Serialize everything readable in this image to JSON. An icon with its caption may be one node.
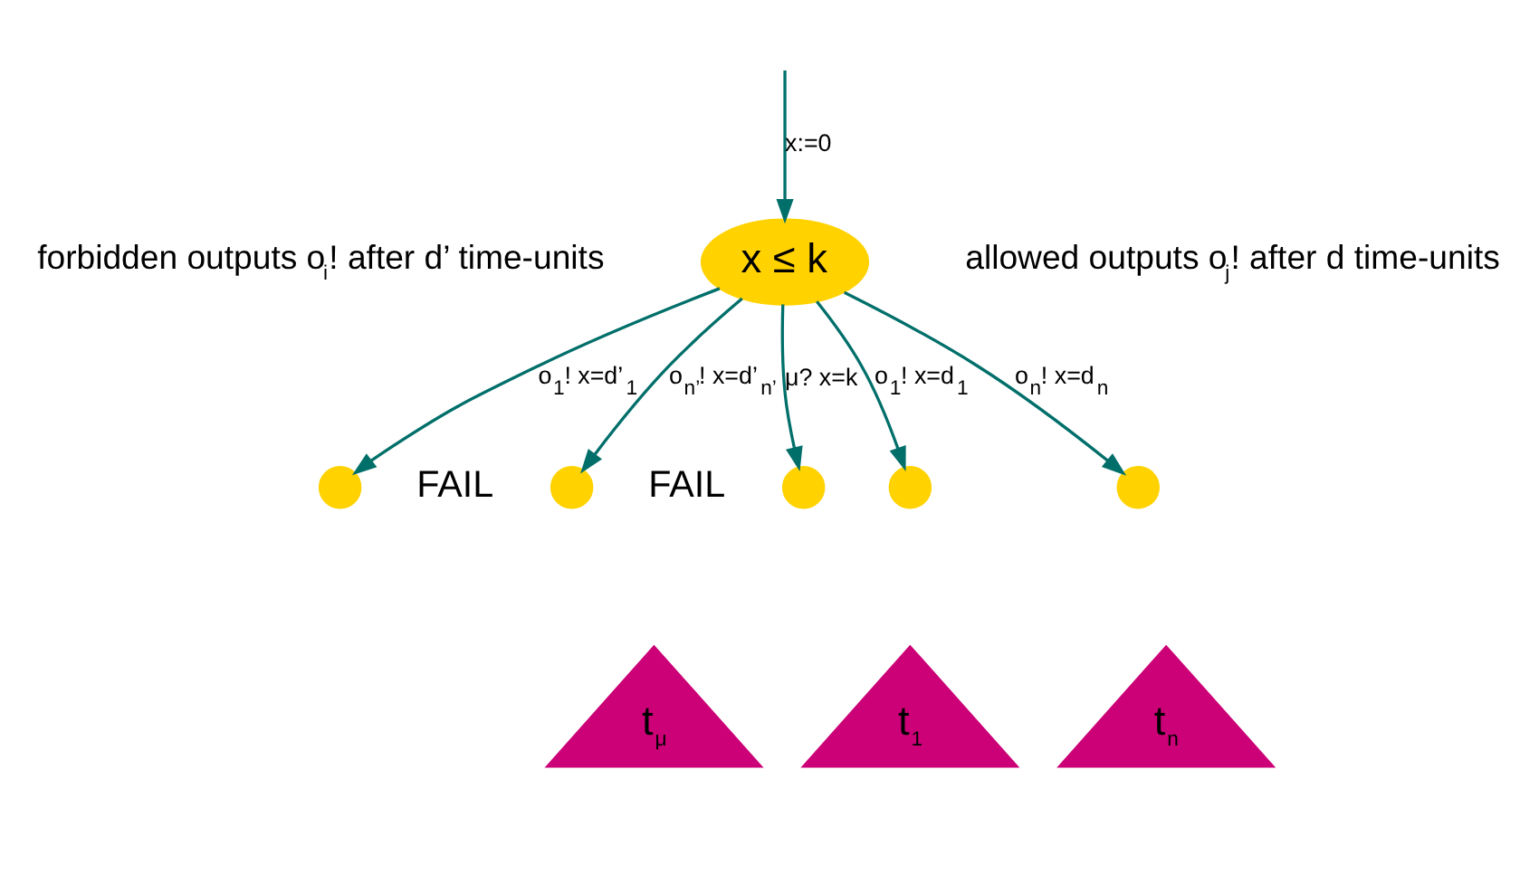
{
  "diagram": {
    "nodes": [
      {
        "text": [
          "x ≤ k"
        ]
      },
      {
        "text": [],
        "shape": "circle",
        "beside": [
          "FAIL"
        ]
      },
      {
        "text": [],
        "shape": "circle",
        "beside": [
          "FAIL"
        ]
      },
      {
        "text": [],
        "shape": "circle"
      },
      {
        "text": [],
        "shape": "circle"
      },
      {
        "text": [],
        "shape": "circle"
      },
      {
        "text": [
          "t$_{μ}$"
        ]
      },
      {
        "text": [
          "t$_{1}$"
        ]
      },
      {
        "text": [
          "t$_{n}$"
        ]
      }
    ],
    "edges": [
      {
        "from": null,
        "to": 0,
        "arrow": "to",
        "label": "x:=0"
      },
      {
        "from": 0,
        "to": 1,
        "arrow": "to",
        "label": "o$_{1}$! x=d’$_{1}$"
      },
      {
        "from": 0,
        "to": 2,
        "arrow": "to",
        "label": "o$_{n’}$! x=d’$_{n’}$"
      },
      {
        "from": 0,
        "to": 3,
        "arrow": "to",
        "label": "μ? x=k"
      },
      {
        "from": 0,
        "to": 4,
        "arrow": "to",
        "label": "o$_{1}$! x=d$_{1}$"
      },
      {
        "from": 0,
        "to": 5,
        "arrow": "to",
        "label": "o$_{n}$! x=d$_{n}$"
      }
    ],
    "labels": [
      "forbidden outputs o$_{i}$! after d’ time-units",
      "allowed outputs o$_{j}$! after d time-units"
    ]
  }
}
